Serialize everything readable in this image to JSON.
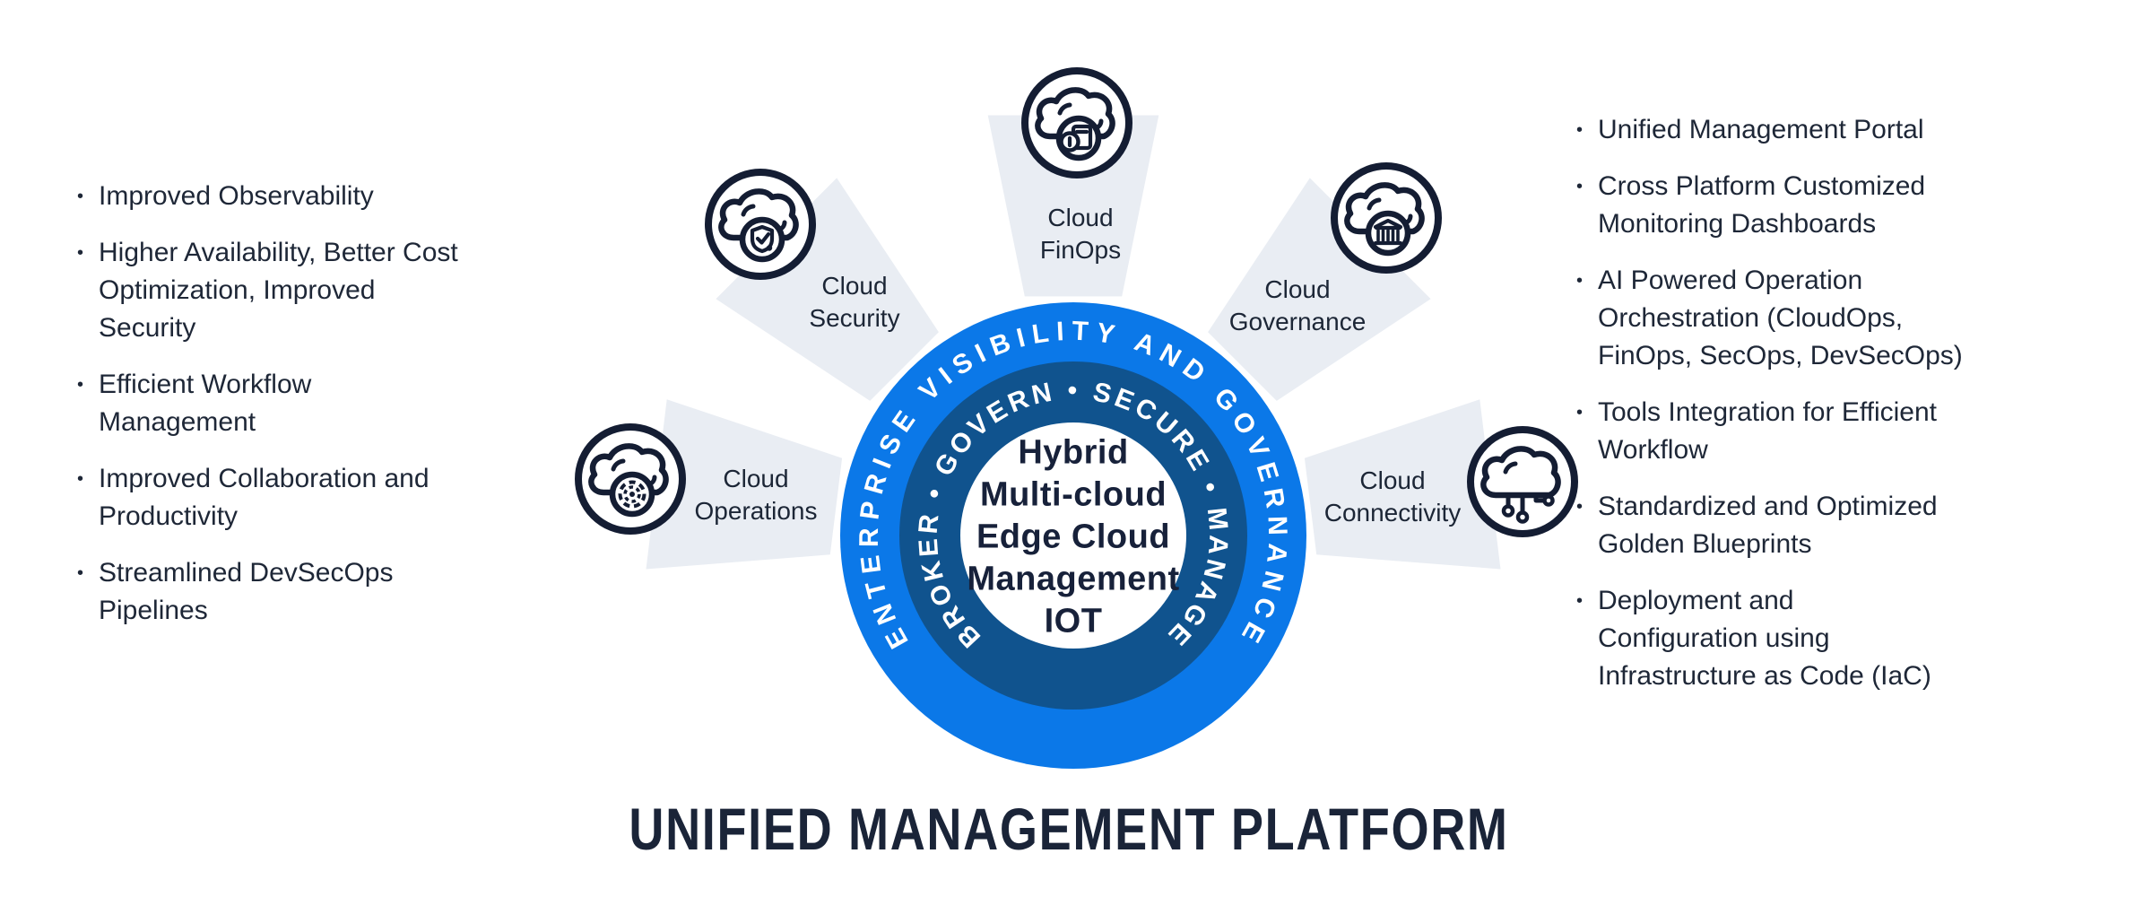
{
  "title": "UNIFIED MANAGEMENT PLATFORM",
  "bullet_char": "•",
  "colors": {
    "accent_blue": "#0b78e8",
    "dark_ring": "#10538e",
    "navy_text": "#1e2737",
    "title_navy": "#1a2438",
    "wedge_gray": "#e9edf3",
    "icon_stroke": "#141d33"
  },
  "center": {
    "outer_ring_text": "ENTERPRISE VISIBILITY AND GOVERNANCE",
    "inner_ring_text": "BROKER • GOVERN • SECURE • MANAGE",
    "core_text": "Hybrid\nMulti-cloud\nEdge Cloud\nManagement\nIOT"
  },
  "spokes": [
    {
      "id": "cloud-operations",
      "label": "Cloud\nOperations",
      "icon": "cloud-gear"
    },
    {
      "id": "cloud-security",
      "label": "Cloud\nSecurity",
      "icon": "cloud-shield-check"
    },
    {
      "id": "cloud-finops",
      "label": "Cloud\nFinOps",
      "icon": "cloud-calculator-coin"
    },
    {
      "id": "cloud-governance",
      "label": "Cloud\nGovernance",
      "icon": "cloud-bank"
    },
    {
      "id": "cloud-connectivity",
      "label": "Cloud\nConnectivity",
      "icon": "cloud-network-nodes"
    }
  ],
  "left_benefits": [
    "Improved Observability",
    "Higher Availability, Better Cost\nOptimization, Improved\nSecurity",
    "Efficient Workflow\nManagement",
    "Improved Collaboration and\nProductivity",
    "Streamlined DevSecOps\nPipelines"
  ],
  "right_features": [
    "Unified Management Portal",
    "Cross Platform Customized\nMonitoring Dashboards",
    "AI Powered Operation\nOrchestration (CloudOps,\nFinOps, SecOps, DevSecOps)",
    "Tools Integration for Efficient\nWorkflow",
    "Standardized and Optimized\nGolden Blueprints",
    "Deployment and\nConfiguration using\nInfrastructure as Code (IaC)"
  ]
}
